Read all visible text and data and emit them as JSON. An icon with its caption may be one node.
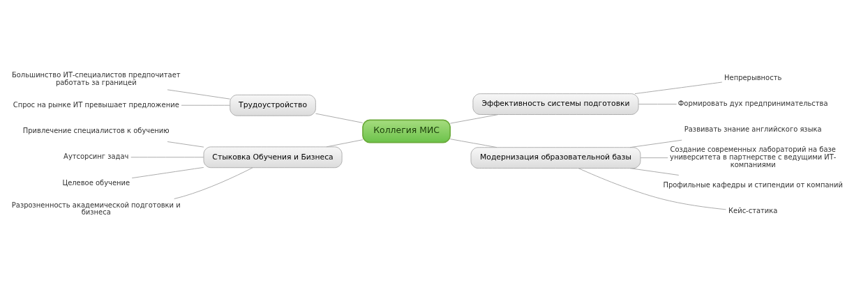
{
  "diagram": {
    "nodes": [
      {
        "text": [
          "Коллегия МИС"
        ]
      },
      {
        "text": [
          "Эффективность системы подготовки"
        ]
      },
      {
        "text": [
          "Непрерывность"
        ]
      },
      {
        "text": [
          "Формировать дух предпринимательства"
        ]
      },
      {
        "text": [
          "Модернизация образовательной базы"
        ]
      },
      {
        "text": [
          "Развивать знание английского языка"
        ]
      },
      {
        "text": [
          "Создание современных лабораторий на базе университета в партнерстве с ведущими ИТ-компаниями"
        ]
      },
      {
        "text": [
          "Профильные кафедры и стипендии от компаний"
        ]
      },
      {
        "text": [
          "Кейс-статика"
        ]
      },
      {
        "text": [
          "Трудоустройство"
        ]
      },
      {
        "text": [
          "Большинство ИТ-специалистов предпочитает работать за границей"
        ]
      },
      {
        "text": [
          "Спрос на рынке ИТ превышает предложение"
        ]
      },
      {
        "text": [
          "Стыковка Обучения и Бизнеса"
        ]
      },
      {
        "text": [
          "Привлечение специалистов к обучению"
        ]
      },
      {
        "text": [
          "Аутсорсинг задач"
        ]
      },
      {
        "text": [
          "Целевое обучение"
        ]
      },
      {
        "text": [
          "Разрозненность академической подготовки и бизнеса"
        ]
      }
    ],
    "edges": [
      {
        "from": 0,
        "to": 1,
        "arrow": "none"
      },
      {
        "from": 1,
        "to": 2,
        "arrow": "none"
      },
      {
        "from": 1,
        "to": 3,
        "arrow": "none"
      },
      {
        "from": 0,
        "to": 4,
        "arrow": "none"
      },
      {
        "from": 4,
        "to": 5,
        "arrow": "none"
      },
      {
        "from": 4,
        "to": 6,
        "arrow": "none"
      },
      {
        "from": 4,
        "to": 7,
        "arrow": "none"
      },
      {
        "from": 4,
        "to": 8,
        "arrow": "none"
      },
      {
        "from": 0,
        "to": 9,
        "arrow": "none"
      },
      {
        "from": 9,
        "to": 10,
        "arrow": "none"
      },
      {
        "from": 9,
        "to": 11,
        "arrow": "none"
      },
      {
        "from": 0,
        "to": 12,
        "arrow": "none"
      },
      {
        "from": 12,
        "to": 13,
        "arrow": "none"
      },
      {
        "from": 12,
        "to": 14,
        "arrow": "none"
      },
      {
        "from": 12,
        "to": 15,
        "arrow": "none"
      },
      {
        "from": 12,
        "to": 16,
        "arrow": "none"
      }
    ]
  }
}
